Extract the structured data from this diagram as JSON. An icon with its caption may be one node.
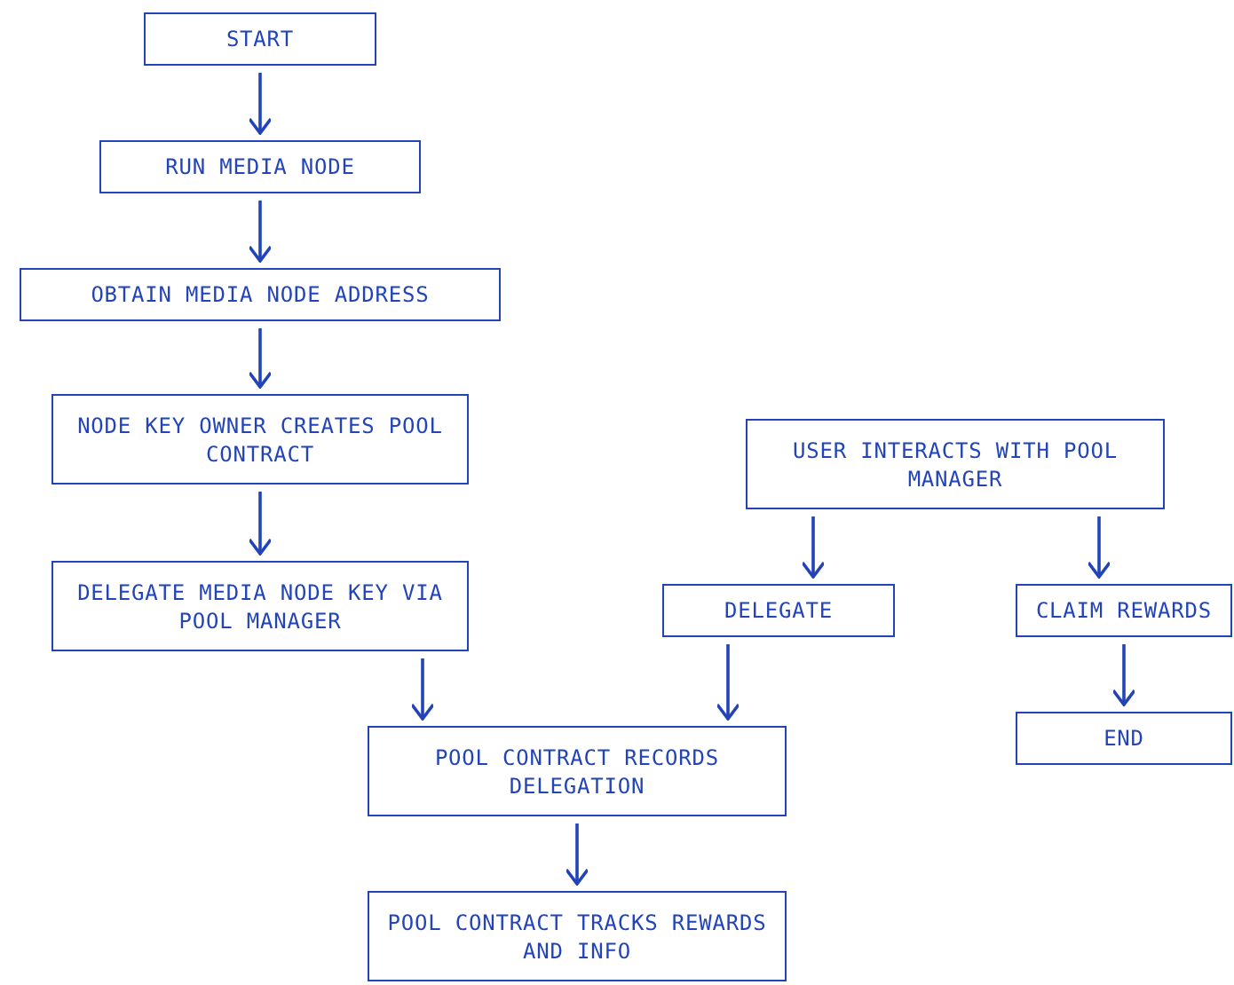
{
  "diagram": {
    "nodes": [
      {
        "text": [
          "START"
        ]
      },
      {
        "text": [
          "RUN MEDIA NODE"
        ]
      },
      {
        "text": [
          "OBTAIN MEDIA NODE ADDRESS"
        ]
      },
      {
        "text": [
          "NODE KEY OWNER CREATES POOL CONTRACT"
        ]
      },
      {
        "text": [
          "DELEGATE MEDIA NODE KEY VIA POOL MANAGER"
        ]
      },
      {
        "text": [
          "USER INTERACTS WITH POOL MANAGER"
        ]
      },
      {
        "text": [
          "DELEGATE"
        ]
      },
      {
        "text": [
          "CLAIM REWARDS"
        ]
      },
      {
        "text": [
          "POOL CONTRACT RECORDS DELEGATION"
        ]
      },
      {
        "text": [
          "END"
        ]
      },
      {
        "text": [
          "POOL CONTRACT TRACKS REWARDS AND INFO"
        ]
      }
    ],
    "edges": [
      {
        "from": 0,
        "to": 1,
        "arrow": "to"
      },
      {
        "from": 1,
        "to": 2,
        "arrow": "to"
      },
      {
        "from": 2,
        "to": 3,
        "arrow": "to"
      },
      {
        "from": 3,
        "to": 4,
        "arrow": "to"
      },
      {
        "from": 4,
        "to": 8,
        "arrow": "to"
      },
      {
        "from": 5,
        "to": 6,
        "arrow": "to"
      },
      {
        "from": 5,
        "to": 7,
        "arrow": "to"
      },
      {
        "from": 6,
        "to": 8,
        "arrow": "to"
      },
      {
        "from": 7,
        "to": 9,
        "arrow": "to"
      },
      {
        "from": 8,
        "to": 10,
        "arrow": "to"
      }
    ]
  }
}
